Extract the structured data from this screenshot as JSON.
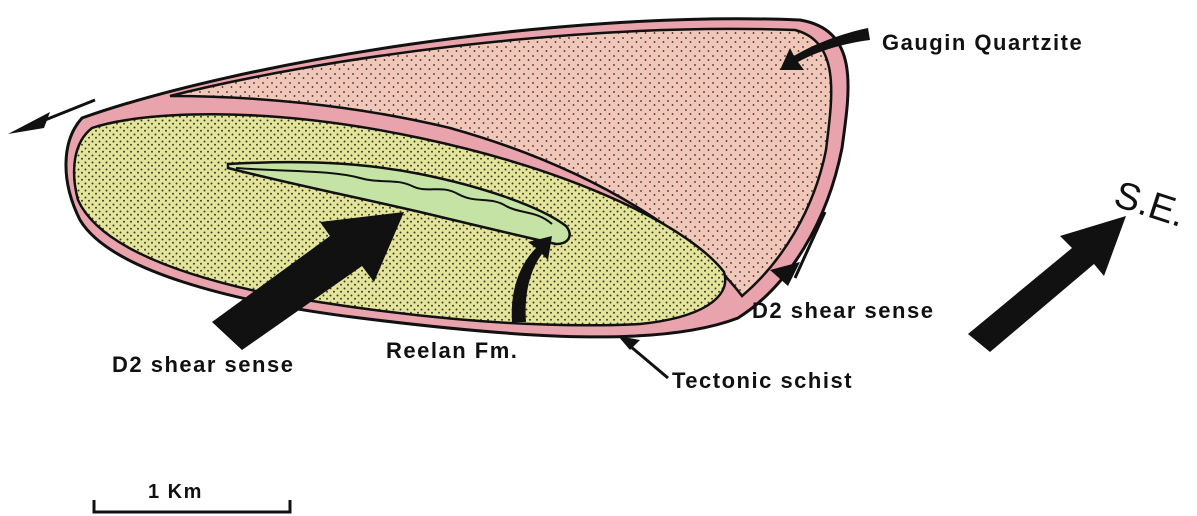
{
  "labels": {
    "gaugin_quartzite": "Gaugin Quartzite",
    "se_direction": "S.E.",
    "d2_shear_sense_right": "D2 shear sense",
    "d2_shear_sense_left": "D2 shear sense",
    "reelan_fm": "Reelan Fm.",
    "tectonic_schist": "Tectonic schist",
    "scale_bar": "1 Km"
  },
  "colors": {
    "tectonic_schist": "#e9a3ad",
    "gaugin_quartzite": "#f0c7b8",
    "reelan_fm": "#e4e59a",
    "inner_lens": "#c6e3a6",
    "ink": "#111111"
  },
  "icons": [
    "arrow-pointer-icon",
    "shear-half-arrow-icon",
    "direction-arrow-icon"
  ]
}
